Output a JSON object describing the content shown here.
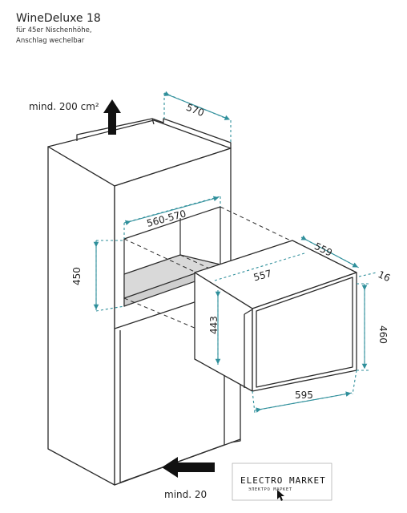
{
  "header": {
    "title": "WineDeluxe 18",
    "line1": "für 45er Nischenhöhe,",
    "line2": "Anschlag wechelbar"
  },
  "annotations": {
    "airflow_top": "mind. 200 cm²",
    "airflow_bottom": "mind. 20"
  },
  "dimensions": {
    "cabinet_depth": "570",
    "niche_width": "560-570",
    "niche_height": "450",
    "appliance_depth": "559",
    "appliance_top_width": "557",
    "door_offset": "16",
    "appliance_height": "443",
    "front_height": "460",
    "front_width": "595"
  },
  "watermark": {
    "name": "ELECTRO MARKET",
    "tagline": "ЭЛЕКТРО МАРКЕТ"
  },
  "colors": {
    "line": "#2b2b2b",
    "dimension": "#2f8f9b",
    "niche_shade": "#d9d9d9",
    "arrow": "#111111"
  }
}
